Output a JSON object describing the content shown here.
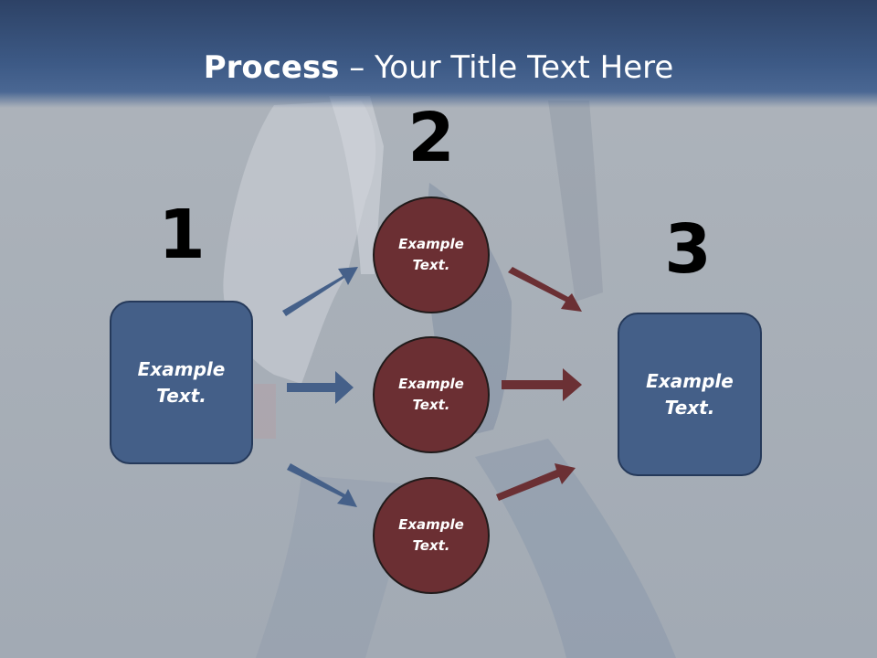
{
  "title": {
    "bold": "Process",
    "rest": " – Your Title Text Here"
  },
  "numbers": [
    "1",
    "2",
    "3"
  ],
  "left_box": {
    "text": "Example\nText."
  },
  "circles": [
    {
      "text": "Example\nText."
    },
    {
      "text": "Example\nText."
    },
    {
      "text": "Example\nText."
    }
  ],
  "right_box": {
    "text": "Example\nText."
  },
  "colors": {
    "blue": "#445f88",
    "maroon": "#6b2f33",
    "arrow_blue": "#456089",
    "arrow_red": "#6b3034"
  }
}
